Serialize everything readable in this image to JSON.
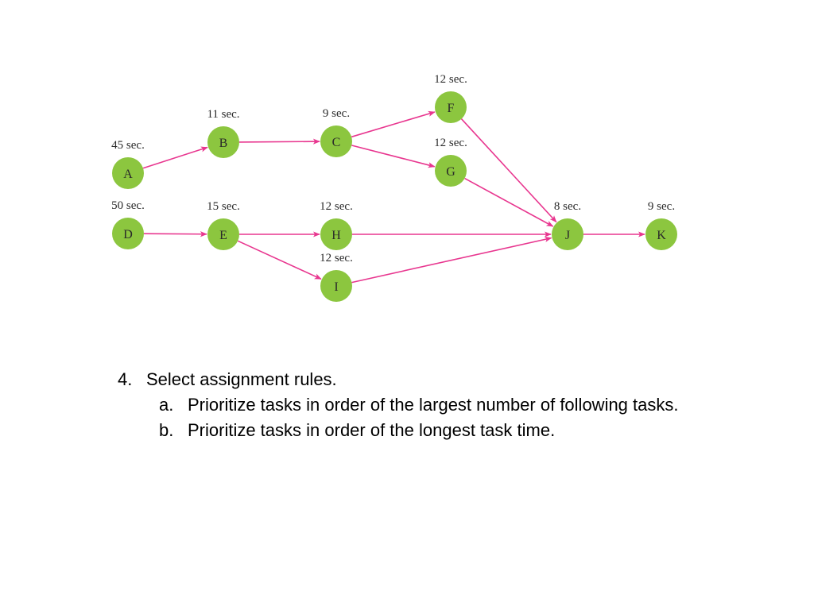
{
  "diagram": {
    "colors": {
      "node_fill": "#8cc63f",
      "arrow": "#e8368f"
    },
    "nodes": [
      {
        "id": "A",
        "label": "A",
        "time": "45 sec."
      },
      {
        "id": "B",
        "label": "B",
        "time": "11 sec."
      },
      {
        "id": "C",
        "label": "C",
        "time": "9 sec."
      },
      {
        "id": "F",
        "label": "F",
        "time": "12 sec."
      },
      {
        "id": "G",
        "label": "G",
        "time": "12 sec."
      },
      {
        "id": "D",
        "label": "D",
        "time": "50 sec."
      },
      {
        "id": "E",
        "label": "E",
        "time": "15 sec."
      },
      {
        "id": "H",
        "label": "H",
        "time": "12 sec."
      },
      {
        "id": "I",
        "label": "I",
        "time": "12 sec."
      },
      {
        "id": "J",
        "label": "J",
        "time": "8 sec."
      },
      {
        "id": "K",
        "label": "K",
        "time": "9 sec."
      }
    ],
    "edges": [
      [
        "A",
        "B"
      ],
      [
        "B",
        "C"
      ],
      [
        "C",
        "F"
      ],
      [
        "C",
        "G"
      ],
      [
        "F",
        "J"
      ],
      [
        "G",
        "J"
      ],
      [
        "D",
        "E"
      ],
      [
        "E",
        "H"
      ],
      [
        "E",
        "I"
      ],
      [
        "H",
        "J"
      ],
      [
        "I",
        "J"
      ],
      [
        "J",
        "K"
      ]
    ]
  },
  "rules": {
    "main": {
      "marker": "4.",
      "text": "Select assignment rules."
    },
    "subs": [
      {
        "marker": "a.",
        "text": "Prioritize tasks in order of the largest number of following tasks."
      },
      {
        "marker": "b.",
        "text": "Prioritize tasks in order of the longest task time."
      }
    ]
  }
}
